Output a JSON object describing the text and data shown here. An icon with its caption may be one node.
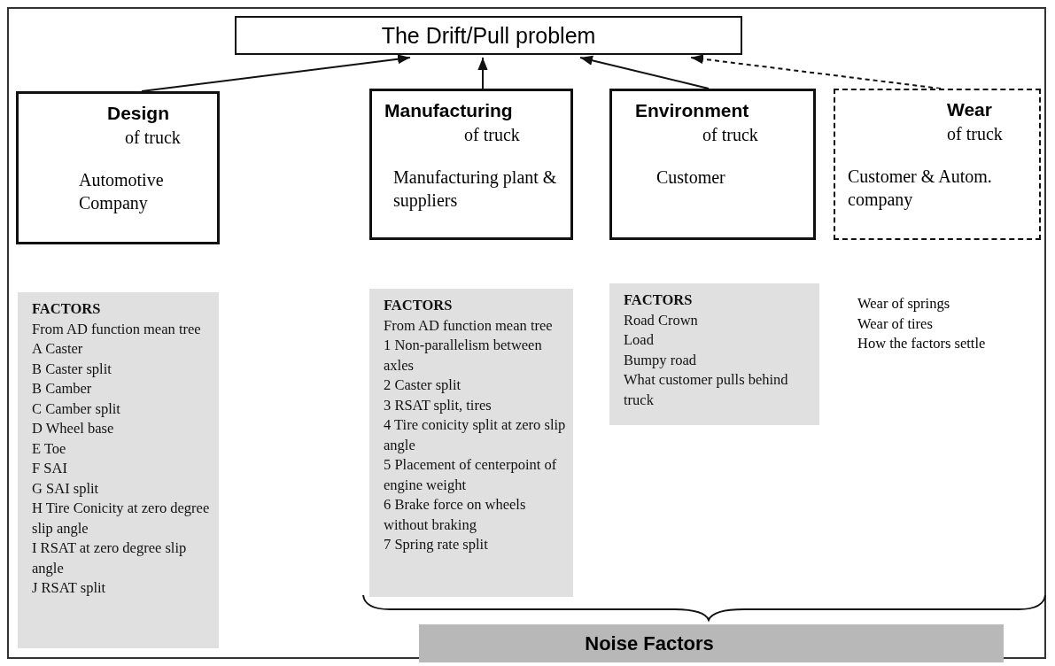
{
  "diagram": {
    "nodes": [
      {
        "text": [
          "The Drift/Pull problem"
        ]
      },
      {
        "text": [
          "Design",
          "of truck",
          "Automotive Company"
        ]
      },
      {
        "text": [
          "Manufacturing",
          "of truck",
          "Manufacturing plant & suppliers"
        ]
      },
      {
        "text": [
          "Environment",
          "of truck",
          "Customer"
        ]
      },
      {
        "text": [
          "Wear",
          "of truck",
          "Customer & Autom. company"
        ]
      },
      {
        "text": [
          "FACTORS",
          "From AD function mean tree",
          "A Caster",
          "B Caster split",
          "B Camber",
          "C Camber split",
          "D Wheel base",
          "E Toe",
          "F SAI",
          "G SAI split",
          "H Tire Conicity at zero degree slip angle",
          "I RSAT at zero degree slip angle",
          "J RSAT split"
        ]
      },
      {
        "text": [
          "FACTORS",
          "From AD function mean tree",
          "1 Non-parallelism between axles",
          "2 Caster split",
          "3 RSAT split, tires",
          "4 Tire conicity split at zero slip angle",
          "5 Placement of centerpoint of engine weight",
          "6 Brake force on wheels without braking",
          "7 Spring rate split"
        ]
      },
      {
        "text": [
          "FACTORS",
          "Road Crown",
          "Load",
          "Bumpy road",
          "What customer pulls behind truck"
        ]
      },
      {
        "text": [
          "Noise Factors"
        ]
      }
    ],
    "edges": [
      {
        "from": 1,
        "to": 0,
        "arrow": "to"
      },
      {
        "from": 2,
        "to": 0,
        "arrow": "to"
      },
      {
        "from": 3,
        "to": 0,
        "arrow": "to"
      },
      {
        "from": 4,
        "to": 0,
        "arrow": "to",
        "style": "dashed"
      }
    ],
    "labels": [
      "Wear of springs",
      "Wear of tires",
      "How the factors settle"
    ]
  }
}
